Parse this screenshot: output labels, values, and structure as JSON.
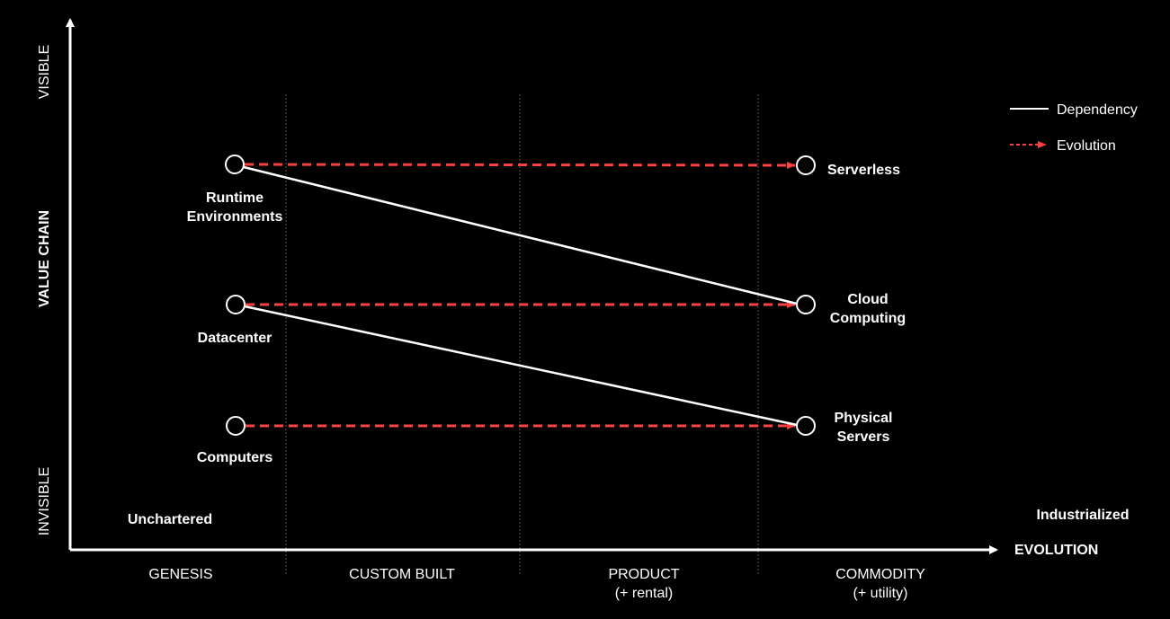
{
  "axes": {
    "y_top": "VISIBLE",
    "y_middle": "VALUE CHAIN",
    "y_bottom": "INVISIBLE",
    "x_label": "EVOLUTION",
    "corner_left": "Unchartered",
    "corner_right": "Industrialized"
  },
  "stages": [
    {
      "label": "GENESIS",
      "sub": ""
    },
    {
      "label": "CUSTOM BUILT",
      "sub": ""
    },
    {
      "label": "PRODUCT",
      "sub": "(+ rental)"
    },
    {
      "label": "COMMODITY",
      "sub": "(+ utility)"
    }
  ],
  "legend": {
    "dependency": "Dependency",
    "evolution": "Evolution"
  },
  "colors": {
    "background": "#000000",
    "foreground": "#ffffff",
    "evolution": "#ff4040",
    "divider": "#555555"
  },
  "nodes": {
    "runtime": [
      "Runtime",
      "Environments"
    ],
    "datacenter": [
      "Datacenter"
    ],
    "computers": [
      "Computers"
    ],
    "serverless": [
      "Serverless"
    ],
    "cloud": [
      "Cloud",
      "Computing"
    ],
    "physical": [
      "Physical",
      "Servers"
    ]
  }
}
